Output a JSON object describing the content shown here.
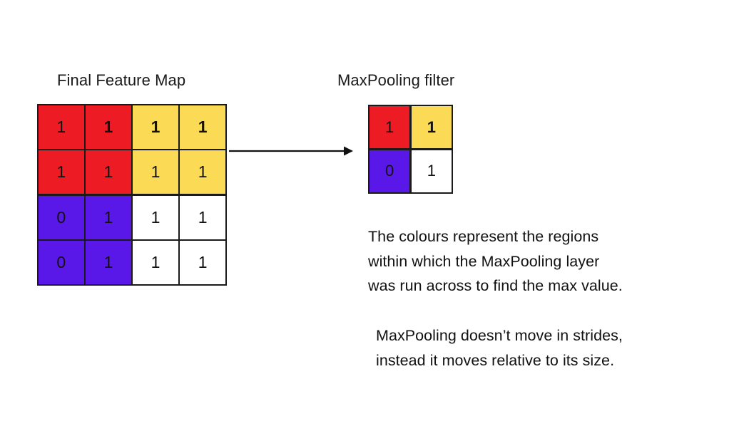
{
  "diagram": {
    "title_feature_map": "Final Feature Map",
    "title_filter": "MaxPooling filter",
    "arrow_icon": "right-arrow-icon"
  },
  "colors": {
    "red": "#ED1C24",
    "yellow": "#FBDB56",
    "purple": "#5A18E8",
    "white": "#FFFFFF",
    "border": "#1A1A1A",
    "text": "#111111"
  },
  "feature_map": {
    "rows": 4,
    "cols": 4,
    "cells": [
      {
        "value": "1",
        "color": "red",
        "bold": false
      },
      {
        "value": "1",
        "color": "red",
        "bold": true
      },
      {
        "value": "1",
        "color": "yellow",
        "bold": true
      },
      {
        "value": "1",
        "color": "yellow",
        "bold": true
      },
      {
        "value": "1",
        "color": "red",
        "bold": false
      },
      {
        "value": "1",
        "color": "red",
        "bold": false
      },
      {
        "value": "1",
        "color": "yellow",
        "bold": false
      },
      {
        "value": "1",
        "color": "yellow",
        "bold": false
      },
      {
        "value": "0",
        "color": "purple",
        "bold": false
      },
      {
        "value": "1",
        "color": "purple",
        "bold": false
      },
      {
        "value": "1",
        "color": "white",
        "bold": false
      },
      {
        "value": "1",
        "color": "white",
        "bold": false
      },
      {
        "value": "0",
        "color": "purple",
        "bold": false
      },
      {
        "value": "1",
        "color": "purple",
        "bold": false
      },
      {
        "value": "1",
        "color": "white",
        "bold": false
      },
      {
        "value": "1",
        "color": "white",
        "bold": false
      }
    ]
  },
  "filter": {
    "rows": 2,
    "cols": 2,
    "cells": [
      {
        "value": "1",
        "color": "red",
        "bold": false
      },
      {
        "value": "1",
        "color": "yellow",
        "bold": true
      },
      {
        "value": "0",
        "color": "purple",
        "bold": false
      },
      {
        "value": "1",
        "color": "white",
        "bold": false
      }
    ]
  },
  "captions": {
    "colours_note": "The colours represent the regions\nwithin which the MaxPooling layer\nwas run across to find the max value.",
    "strides_note": "MaxPooling doesn’t move in strides,\ninstead it moves relative to its size."
  }
}
